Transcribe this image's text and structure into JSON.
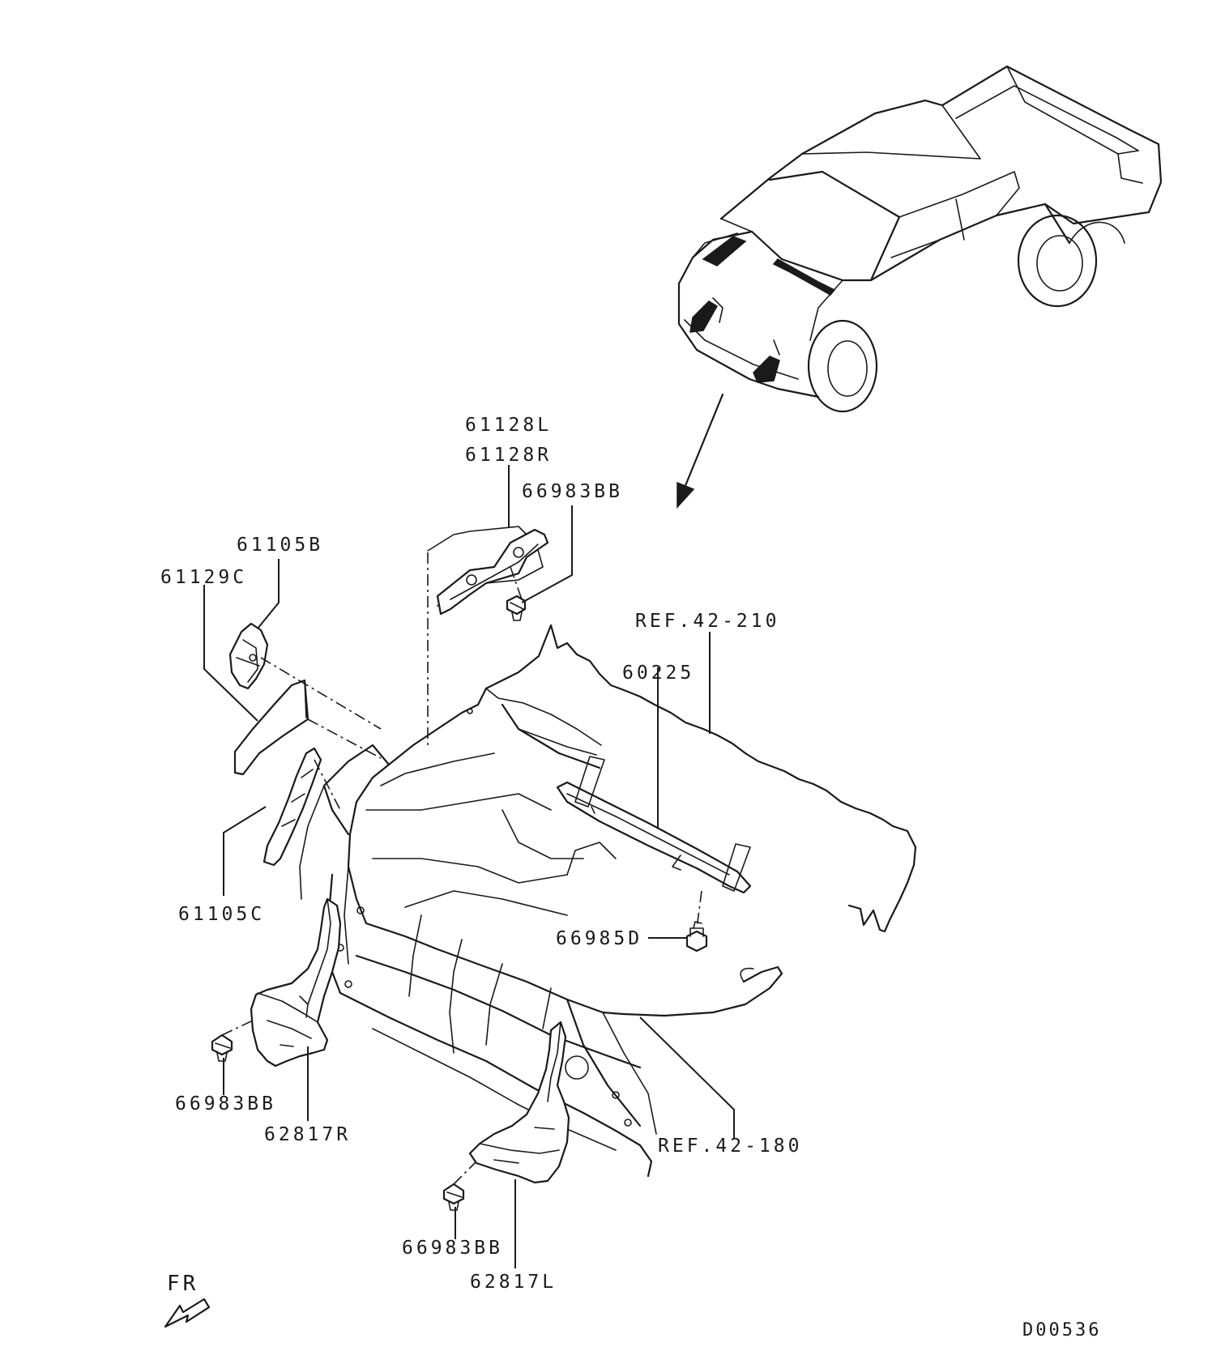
{
  "labels": {
    "p61128L": "61128L",
    "p61128R": "61128R",
    "p66983BB_top": "66983BB",
    "p61105B": "61105B",
    "p61129C": "61129C",
    "ref42_210": "REF.42-210",
    "p60225": "60225",
    "p61105C": "61105C",
    "p66985D": "66985D",
    "p66983BB_left": "66983BB",
    "p62817R": "62817R",
    "ref42_180": "REF.42-180",
    "p66983BB_bottom": "66983BB",
    "p62817L": "62817L",
    "front": "FR",
    "diagram_code": "D00536"
  }
}
